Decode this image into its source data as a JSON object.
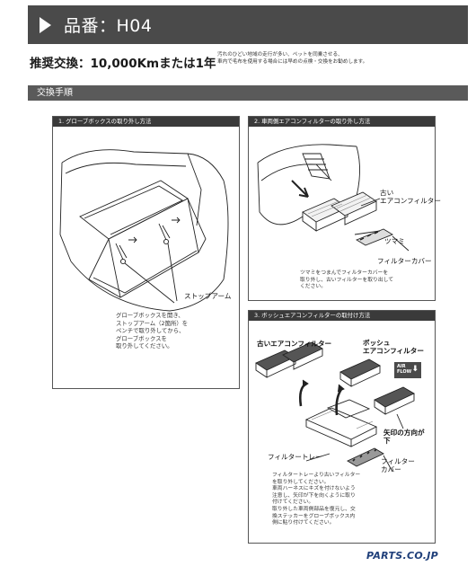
{
  "header": {
    "title": "品番：H04"
  },
  "recommendation": {
    "main": "推奨交換：10,000Kmまたは1年",
    "note_line1": "汚れのひどい地域の走行が多い、ペットを同乗させる、",
    "note_line2": "車内で毛布を使用する場合には早めの点検・交換をお勧めします。"
  },
  "section": {
    "title": "交換手順"
  },
  "step1": {
    "heading": "1.  グローブボックスの取り外し方法",
    "label_stop_arm": "ストップアーム",
    "instr_line1": "グローブボックスを開き、",
    "instr_line2": "ストップアーム（2箇所）を",
    "instr_line3": "ペンチで取り外してから、",
    "instr_line4": "グローブボックスを",
    "instr_line5": "取り外してください。"
  },
  "step2": {
    "heading": "2.  車両側エアコンフィルターの取り外し方法",
    "label_old_line1": "古い",
    "label_old_line2": "エアコンフィルター",
    "label_knob": "ツマミ",
    "label_cover": "フィルターカバー",
    "instr_line1": "ツマミをつまんでフィルターカバーを",
    "instr_line2": "取り外し、古いフィルターを取り出して",
    "instr_line3": "ください。"
  },
  "step3": {
    "heading": "3.  ボッシュエアコンフィルターの取付け方法",
    "label_old": "古いエアコンフィルター",
    "label_bosch_line1": "ボッシュ",
    "label_bosch_line2": "エアコンフィルター",
    "badge_line1": "AIR",
    "badge_line2": "FLOW",
    "badge_arrow": "⬇",
    "label_direction_line1": "矢印の方向が",
    "label_direction_line2": "下",
    "label_tray": "フィルタートレー",
    "label_cover_line1": "フィルター",
    "label_cover_line2": "カバー",
    "instr_line1": "フィルタートレーより古いフィルター",
    "instr_line2": "を取り外してください。",
    "instr_line3": "車両ハーネスにキズを付けないよう",
    "instr_line4": "注意し、矢印が下を向くように取り",
    "instr_line5": "付けてください。",
    "instr_line6": "取り外した車両側部品を復元し、交",
    "instr_line7": "換ステッカーをグローブボックス内",
    "instr_line8": "側に貼り付けてください。"
  },
  "footer": {
    "logo": "PARTS.CO.JP"
  }
}
